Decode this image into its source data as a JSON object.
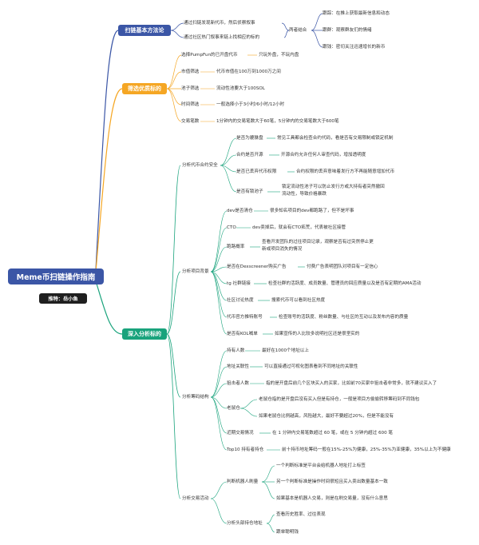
{
  "root": {
    "title": "Meme币扫链操作指南"
  },
  "badge": {
    "text": "推特：岳小鱼"
  },
  "branches": {
    "basics": {
      "label": "扫链基本方法论",
      "color": "#3b56a6",
      "items": {
        "a": "通过扫链发现新代币，然后侦察叙事",
        "b": "通过社区热门叙事来链上找相应的标的",
        "combine": "两者结合",
        "c1": "跟踪：在推上获取最新信息和动态",
        "c2": "跟群：观察群友们的情绪",
        "c3": "跟钱：密切关注迅速增长的新币"
      }
    },
    "filter": {
      "label": "筛选优质标的",
      "color": "#f5a623",
      "rows": [
        {
          "k": "选择PumpFun的已开盘代币",
          "v": "只玩外盘，不玩内盘"
        },
        {
          "k": "市值筛选",
          "v": "代币市值在100万到1000万之间"
        },
        {
          "k": "池子筛选",
          "v": "流动性池要大于100SOL"
        },
        {
          "k": "时间筛选",
          "v": "一般选择小于3小时/6小时/12小时"
        },
        {
          "k": "交易笔数",
          "v": "1分钟内的交易笔数大于60笔，5分钟内的交易笔数大于600笔"
        }
      ]
    },
    "deep": {
      "label": "深入分析标的",
      "color": "#19a37c",
      "contract": {
        "label": "分析代币合约安全",
        "rows": [
          {
            "k": "是否为貔貅盘",
            "v": "常见工具都会检查合约代码，看是否有交易限制或锁定机制"
          },
          {
            "k": "合约是否开源",
            "v": "开源合约允许任何人审查代码，增加透明度"
          },
          {
            "k": "是否已丢弃代币权限",
            "v": "合约权限的丢弃意味着发行方不再能随意增加代币"
          },
          {
            "k": "是否有锁池子",
            "v1": "锁定流动性池子可以防止发行方或大持有者突然撤回",
            "v2": "流动性，导致价格暴跌"
          }
        ]
      },
      "background": {
        "label": "分析项目背景",
        "rows": [
          {
            "k": "dev是否清仓",
            "v": "很多知名项目的dev都跑路了，但不是坏事"
          },
          {
            "k": "CTO",
            "v": "dev卖掉后，就会有CTO拓荒，代表被社区接管"
          },
          {
            "k": "跑路概率",
            "v1": "查看开发团队的过往项目记录，观察是否有过突然停止更",
            "v2": "新或项目消失的情况"
          },
          {
            "k": "是否在Dexscreener购买广告",
            "v": "付费广告表明团队对项目有一定信心"
          },
          {
            "k": "tg 社群链接",
            "v": "检查社群的活跃度、成员数量、管理员的回应质量以及是否有定期的AMA活动"
          },
          {
            "k": "社区讨论热度",
            "v": "搜索代币可以看到社区热度"
          },
          {
            "k": "代币官方推特账号",
            "v": "检查账号的活跃度、粉丝数量、与社区的互动以及发布内容的质量"
          },
          {
            "k": "是否有KOL喊单",
            "v": "如果宣传的人比较多说明社区还是很坚实的"
          }
        ]
      },
      "chips": {
        "label": "分析筹码结构",
        "rows": [
          {
            "k": "持有人数",
            "v": "最好在1000个地址以上"
          },
          {
            "k": "地址关联性",
            "v": "可以直接通过可视化图表看到不同地址的关联性"
          },
          {
            "k": "狙击者人数",
            "v": "指的是开盘后前几个区块买入的买家，比如前70买家中狙击者非常多，就不建议买入了"
          },
          {
            "k": "老鼠仓",
            "v1": "老鼠仓指的是开盘后没有买入但是有持仓，一般是项目方偷偷转移筹码到不同钱包",
            "v2": "如果老鼠仓比例越高，风险越大，最好不要超过20%，但是不能没有"
          },
          {
            "k": "近期交易情况",
            "v": "在 1 分钟内交易笔数超过 60 笔，或在 5 分钟内超过 600 笔"
          },
          {
            "k": "Top10 持有者持仓",
            "v": "前十持币地址筹码一般在15%-25%为健康，25%-35%为亚健康，35%以上为不健康"
          }
        ]
      },
      "trading": {
        "label": "分析交易活动",
        "bot": {
          "k": "判断机器人刷量",
          "rows": [
            "一个判断标准是平台会给机器人地址打上标签",
            "另一个判断标准是操作时间很短且买入卖出数量基本一致",
            "如果基本是机器人交易，则是在刷交易量，没有什么意思"
          ]
        },
        "top": {
          "k": "分析头部持仓地址",
          "rows": [
            "查看历史胜率、过往表现",
            "跟单聪明钱"
          ]
        }
      }
    }
  }
}
